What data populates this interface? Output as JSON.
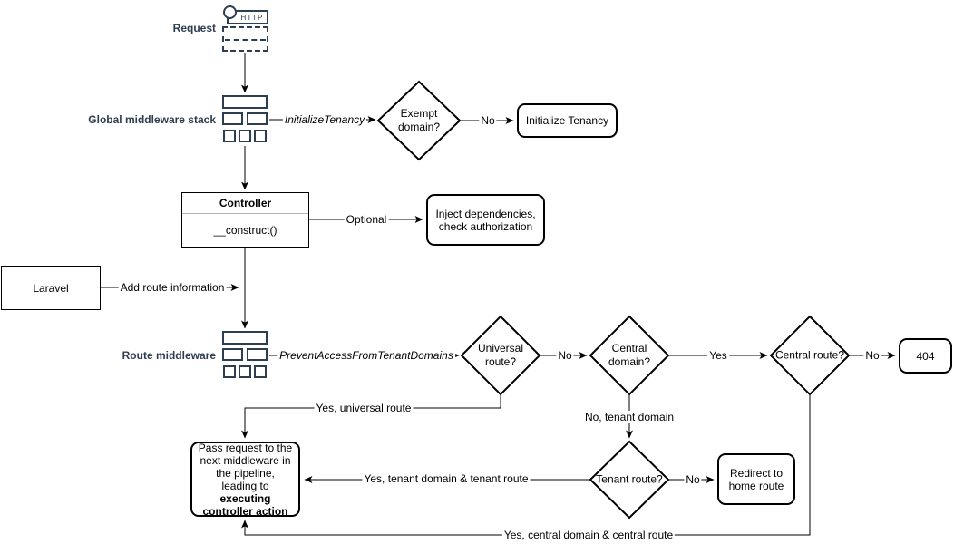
{
  "labels": {
    "request": "Request",
    "http": "HTTP",
    "global_middleware": "Global middleware stack",
    "route_middleware": "Route middleware",
    "laravel": "Laravel",
    "controller_title": "Controller",
    "controller_method": "__construct()"
  },
  "decisions": {
    "exempt_domain": "Exempt domain?",
    "universal_route": "Universal route?",
    "central_domain": "Central domain?",
    "central_route": "Central route?",
    "tenant_route": "Tenant route?"
  },
  "process": {
    "initialize_tenancy": "Initialize Tenancy",
    "inject_dependencies": "Inject dependencies, check authorization",
    "not_found": "404",
    "redirect_home": "Redirect to home route",
    "pass_request_text": "Pass request to the next middleware in the pipeline, leading to ",
    "pass_request_bold": "executing controller action"
  },
  "edges": {
    "initialize_tenancy_middleware": "InitializeTenancy",
    "prevent_access_middleware": "PreventAccessFromTenantDomains",
    "exempt_no": "No",
    "optional": "Optional",
    "add_route_information": "Add route information",
    "universal_no": "No",
    "central_domain_yes": "Yes",
    "central_route_no": "No",
    "yes_universal_route": "Yes, universal route",
    "no_tenant_domain": "No, tenant domain",
    "tenant_route_no": "No",
    "yes_tenant_domain_route": "Yes, tenant domain & tenant route",
    "yes_central_domain_route": "Yes, central domain & central route"
  },
  "colors": {
    "navy": "#2d3e50",
    "line": "#000000",
    "divider": "#b3b3b3",
    "background": "#ffffff"
  }
}
